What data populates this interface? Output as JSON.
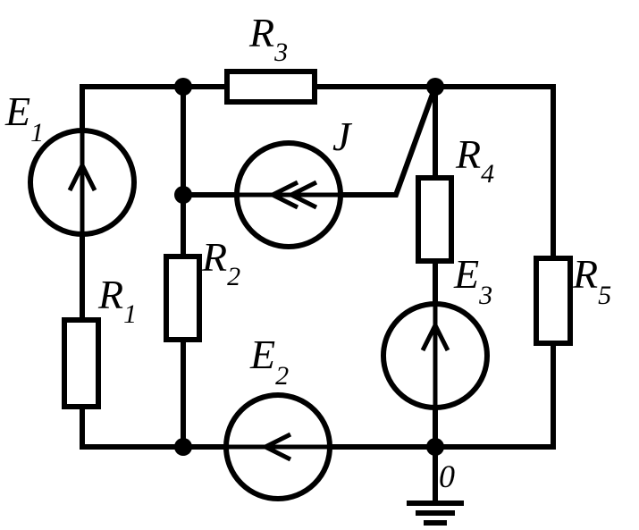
{
  "labels": {
    "E1": {
      "main": "E",
      "sub": "1"
    },
    "R1": {
      "main": "R",
      "sub": "1"
    },
    "R2": {
      "main": "R",
      "sub": "2"
    },
    "R3": {
      "main": "R",
      "sub": "3"
    },
    "R4": {
      "main": "R",
      "sub": "4"
    },
    "R5": {
      "main": "R",
      "sub": "5"
    },
    "E2": {
      "main": "E",
      "sub": "2"
    },
    "E3": {
      "main": "E",
      "sub": "3"
    },
    "J": "J",
    "ground_node": "0"
  }
}
